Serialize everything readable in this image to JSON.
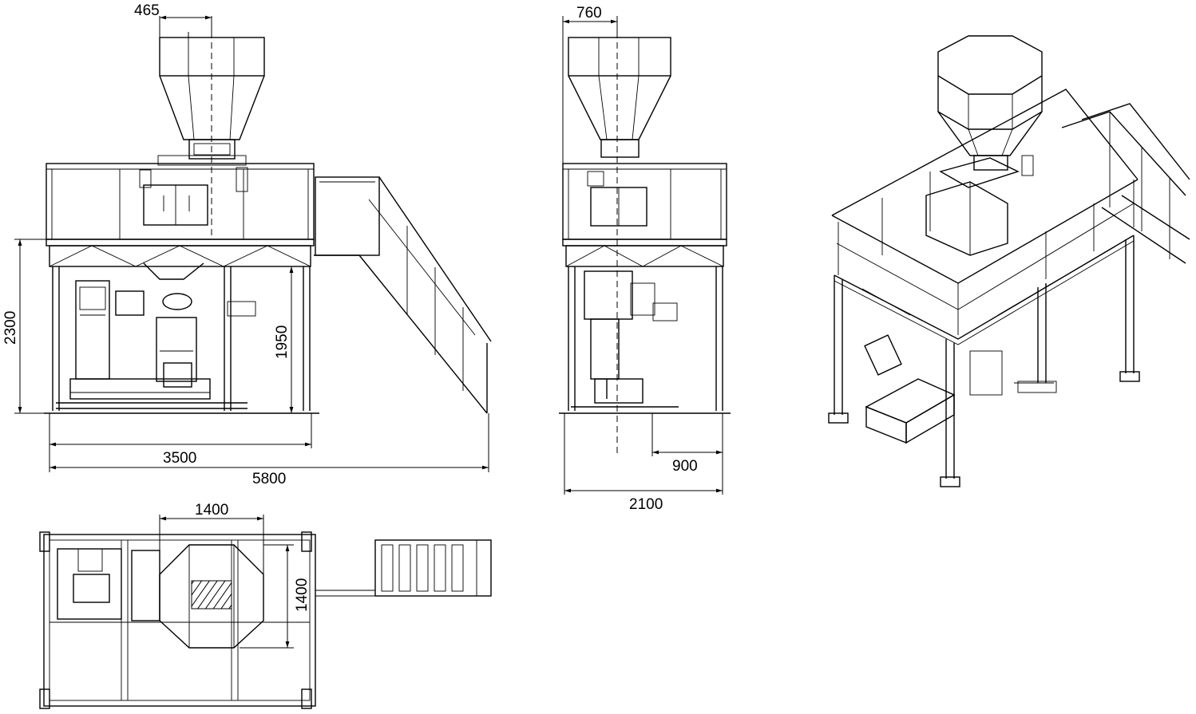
{
  "drawing": {
    "views": [
      "front",
      "side",
      "top",
      "isometric"
    ],
    "dimensions": {
      "front_hopper_offset": "465",
      "front_total_height": "2300",
      "front_clear_height": "1950",
      "front_frame_width": "3500",
      "front_total_width": "5800",
      "side_hopper_offset": "760",
      "side_discharge_offset": "900",
      "side_frame_width": "2100",
      "top_hopper_width": "1400",
      "top_hopper_depth": "1400"
    }
  }
}
